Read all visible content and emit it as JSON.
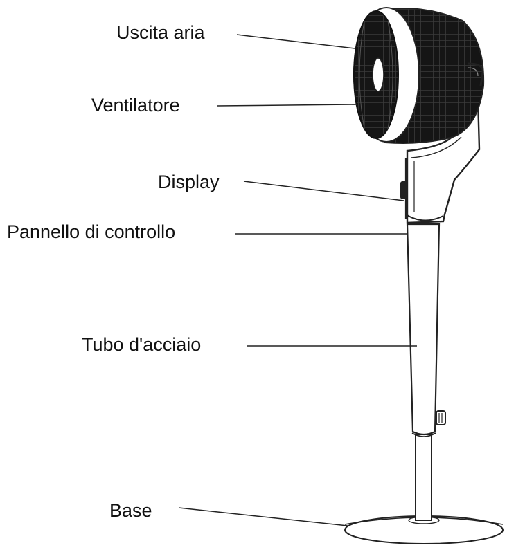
{
  "labels": {
    "air_outlet": "Uscita aria",
    "fan": "Ventilatore",
    "display": "Display",
    "control_panel": "Pannello di controllo",
    "steel_tube": "Tubo d'acciaio",
    "base": "Base"
  },
  "colors": {
    "ink": "#111111",
    "fan_dark": "#141414",
    "background": "#ffffff"
  }
}
